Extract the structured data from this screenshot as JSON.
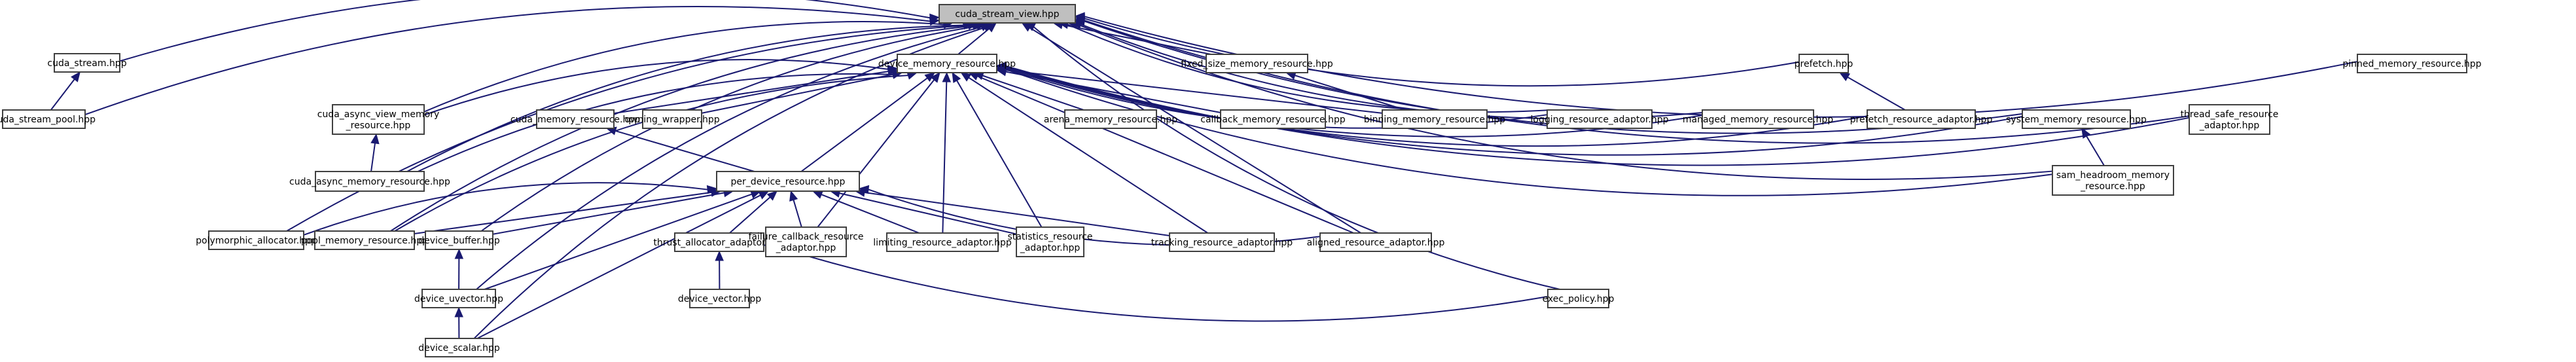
{
  "title": "cuda_stream_view.hpp",
  "colors": {
    "edge": "#191970",
    "root_fill": "#bfbfbf",
    "node_border": "#404040"
  },
  "nodes": [
    {
      "id": "root",
      "lines": [
        "cuda_stream_view.hpp"
      ],
      "root": true
    },
    {
      "id": "cuda_stream",
      "lines": [
        "cuda_stream.hpp"
      ]
    },
    {
      "id": "cuda_stream_pool",
      "lines": [
        "cuda_stream_pool.hpp"
      ]
    },
    {
      "id": "dmr",
      "lines": [
        "device_memory_resource.hpp"
      ]
    },
    {
      "id": "fixed_size",
      "lines": [
        "fixed_size_memory_resource.hpp"
      ]
    },
    {
      "id": "prefetch",
      "lines": [
        "prefetch.hpp"
      ]
    },
    {
      "id": "pinned",
      "lines": [
        "pinned_memory_resource.hpp"
      ]
    },
    {
      "id": "cuda_async_view",
      "lines": [
        "cuda_async_view_memory",
        "_resource.hpp"
      ]
    },
    {
      "id": "cuda_mr",
      "lines": [
        "cuda_memory_resource.hpp"
      ]
    },
    {
      "id": "owning_wrapper",
      "lines": [
        "owning_wrapper.hpp"
      ]
    },
    {
      "id": "arena",
      "lines": [
        "arena_memory_resource.hpp"
      ]
    },
    {
      "id": "callback",
      "lines": [
        "callback_memory_resource.hpp"
      ]
    },
    {
      "id": "binning",
      "lines": [
        "binning_memory_resource.hpp"
      ]
    },
    {
      "id": "logging",
      "lines": [
        "logging_resource_adaptor.hpp"
      ]
    },
    {
      "id": "managed",
      "lines": [
        "managed_memory_resource.hpp"
      ]
    },
    {
      "id": "prefetch_adaptor",
      "lines": [
        "prefetch_resource_adaptor.hpp"
      ]
    },
    {
      "id": "system",
      "lines": [
        "system_memory_resource.hpp"
      ]
    },
    {
      "id": "thread_safe",
      "lines": [
        "thread_safe_resource",
        "_adaptor.hpp"
      ]
    },
    {
      "id": "cuda_async",
      "lines": [
        "cuda_async_memory_resource.hpp"
      ]
    },
    {
      "id": "per_device",
      "lines": [
        "per_device_resource.hpp"
      ]
    },
    {
      "id": "sam_headroom",
      "lines": [
        "sam_headroom_memory",
        "_resource.hpp"
      ]
    },
    {
      "id": "polymorphic",
      "lines": [
        "polymorphic_allocator.hpp"
      ]
    },
    {
      "id": "pool",
      "lines": [
        "pool_memory_resource.hpp"
      ]
    },
    {
      "id": "device_buffer",
      "lines": [
        "device_buffer.hpp"
      ]
    },
    {
      "id": "thrust_alloc",
      "lines": [
        "thrust_allocator_adaptor.hpp"
      ]
    },
    {
      "id": "failure_cb",
      "lines": [
        "failure_callback_resource",
        "_adaptor.hpp"
      ]
    },
    {
      "id": "limiting",
      "lines": [
        "limiting_resource_adaptor.hpp"
      ]
    },
    {
      "id": "statistics",
      "lines": [
        "statistics_resource",
        "_adaptor.hpp"
      ]
    },
    {
      "id": "tracking",
      "lines": [
        "tracking_resource_adaptor.hpp"
      ]
    },
    {
      "id": "aligned",
      "lines": [
        "aligned_resource_adaptor.hpp"
      ]
    },
    {
      "id": "device_uvector",
      "lines": [
        "device_uvector.hpp"
      ]
    },
    {
      "id": "device_vector",
      "lines": [
        "device_vector.hpp"
      ]
    },
    {
      "id": "exec_policy",
      "lines": [
        "exec_policy.hpp"
      ]
    },
    {
      "id": "device_scalar",
      "lines": [
        "device_scalar.hpp"
      ]
    }
  ],
  "edges": [
    {
      "from": "cuda_stream",
      "to": "root"
    },
    {
      "from": "cuda_stream_pool",
      "to": "root"
    },
    {
      "from": "cuda_stream_pool",
      "to": "cuda_stream"
    },
    {
      "from": "dmr",
      "to": "root"
    },
    {
      "from": "fixed_size",
      "to": "root"
    },
    {
      "from": "prefetch",
      "to": "root"
    },
    {
      "from": "pinned",
      "to": "root"
    },
    {
      "from": "cuda_async_view",
      "to": "root"
    },
    {
      "from": "cuda_async",
      "to": "root"
    },
    {
      "from": "cuda_async",
      "to": "cuda_async_view"
    },
    {
      "from": "cuda_async",
      "to": "dmr"
    },
    {
      "from": "cuda_async_view",
      "to": "dmr"
    },
    {
      "from": "cuda_mr",
      "to": "dmr"
    },
    {
      "from": "owning_wrapper",
      "to": "dmr"
    },
    {
      "from": "arena",
      "to": "dmr"
    },
    {
      "from": "callback",
      "to": "dmr"
    },
    {
      "from": "binning",
      "to": "dmr"
    },
    {
      "from": "binning",
      "to": "fixed_size"
    },
    {
      "from": "logging",
      "to": "dmr"
    },
    {
      "from": "logging",
      "to": "root"
    },
    {
      "from": "managed",
      "to": "dmr"
    },
    {
      "from": "managed",
      "to": "root"
    },
    {
      "from": "prefetch_adaptor",
      "to": "dmr"
    },
    {
      "from": "prefetch_adaptor",
      "to": "prefetch"
    },
    {
      "from": "system",
      "to": "dmr"
    },
    {
      "from": "system",
      "to": "root"
    },
    {
      "from": "thread_safe",
      "to": "dmr"
    },
    {
      "from": "thread_safe",
      "to": "root"
    },
    {
      "from": "sam_headroom",
      "to": "system"
    },
    {
      "from": "sam_headroom",
      "to": "dmr"
    },
    {
      "from": "sam_headroom",
      "to": "root"
    },
    {
      "from": "per_device",
      "to": "dmr"
    },
    {
      "from": "per_device",
      "to": "cuda_mr"
    },
    {
      "from": "polymorphic",
      "to": "root"
    },
    {
      "from": "polymorphic",
      "to": "per_device"
    },
    {
      "from": "pool",
      "to": "root"
    },
    {
      "from": "pool",
      "to": "dmr"
    },
    {
      "from": "pool",
      "to": "per_device"
    },
    {
      "from": "device_buffer",
      "to": "root"
    },
    {
      "from": "device_buffer",
      "to": "per_device"
    },
    {
      "from": "thrust_alloc",
      "to": "per_device"
    },
    {
      "from": "failure_cb",
      "to": "dmr"
    },
    {
      "from": "failure_cb",
      "to": "per_device"
    },
    {
      "from": "limiting",
      "to": "dmr"
    },
    {
      "from": "limiting",
      "to": "per_device"
    },
    {
      "from": "statistics",
      "to": "dmr"
    },
    {
      "from": "statistics",
      "to": "per_device"
    },
    {
      "from": "tracking",
      "to": "dmr"
    },
    {
      "from": "tracking",
      "to": "per_device"
    },
    {
      "from": "aligned",
      "to": "dmr"
    },
    {
      "from": "aligned",
      "to": "per_device"
    },
    {
      "from": "aligned",
      "to": "root"
    },
    {
      "from": "device_uvector",
      "to": "device_buffer"
    },
    {
      "from": "device_uvector",
      "to": "per_device"
    },
    {
      "from": "device_uvector",
      "to": "root"
    },
    {
      "from": "device_vector",
      "to": "thrust_alloc"
    },
    {
      "from": "exec_policy",
      "to": "thrust_alloc"
    },
    {
      "from": "exec_policy",
      "to": "root"
    },
    {
      "from": "device_scalar",
      "to": "device_uvector"
    },
    {
      "from": "device_scalar",
      "to": "per_device"
    },
    {
      "from": "device_scalar",
      "to": "root"
    }
  ]
}
